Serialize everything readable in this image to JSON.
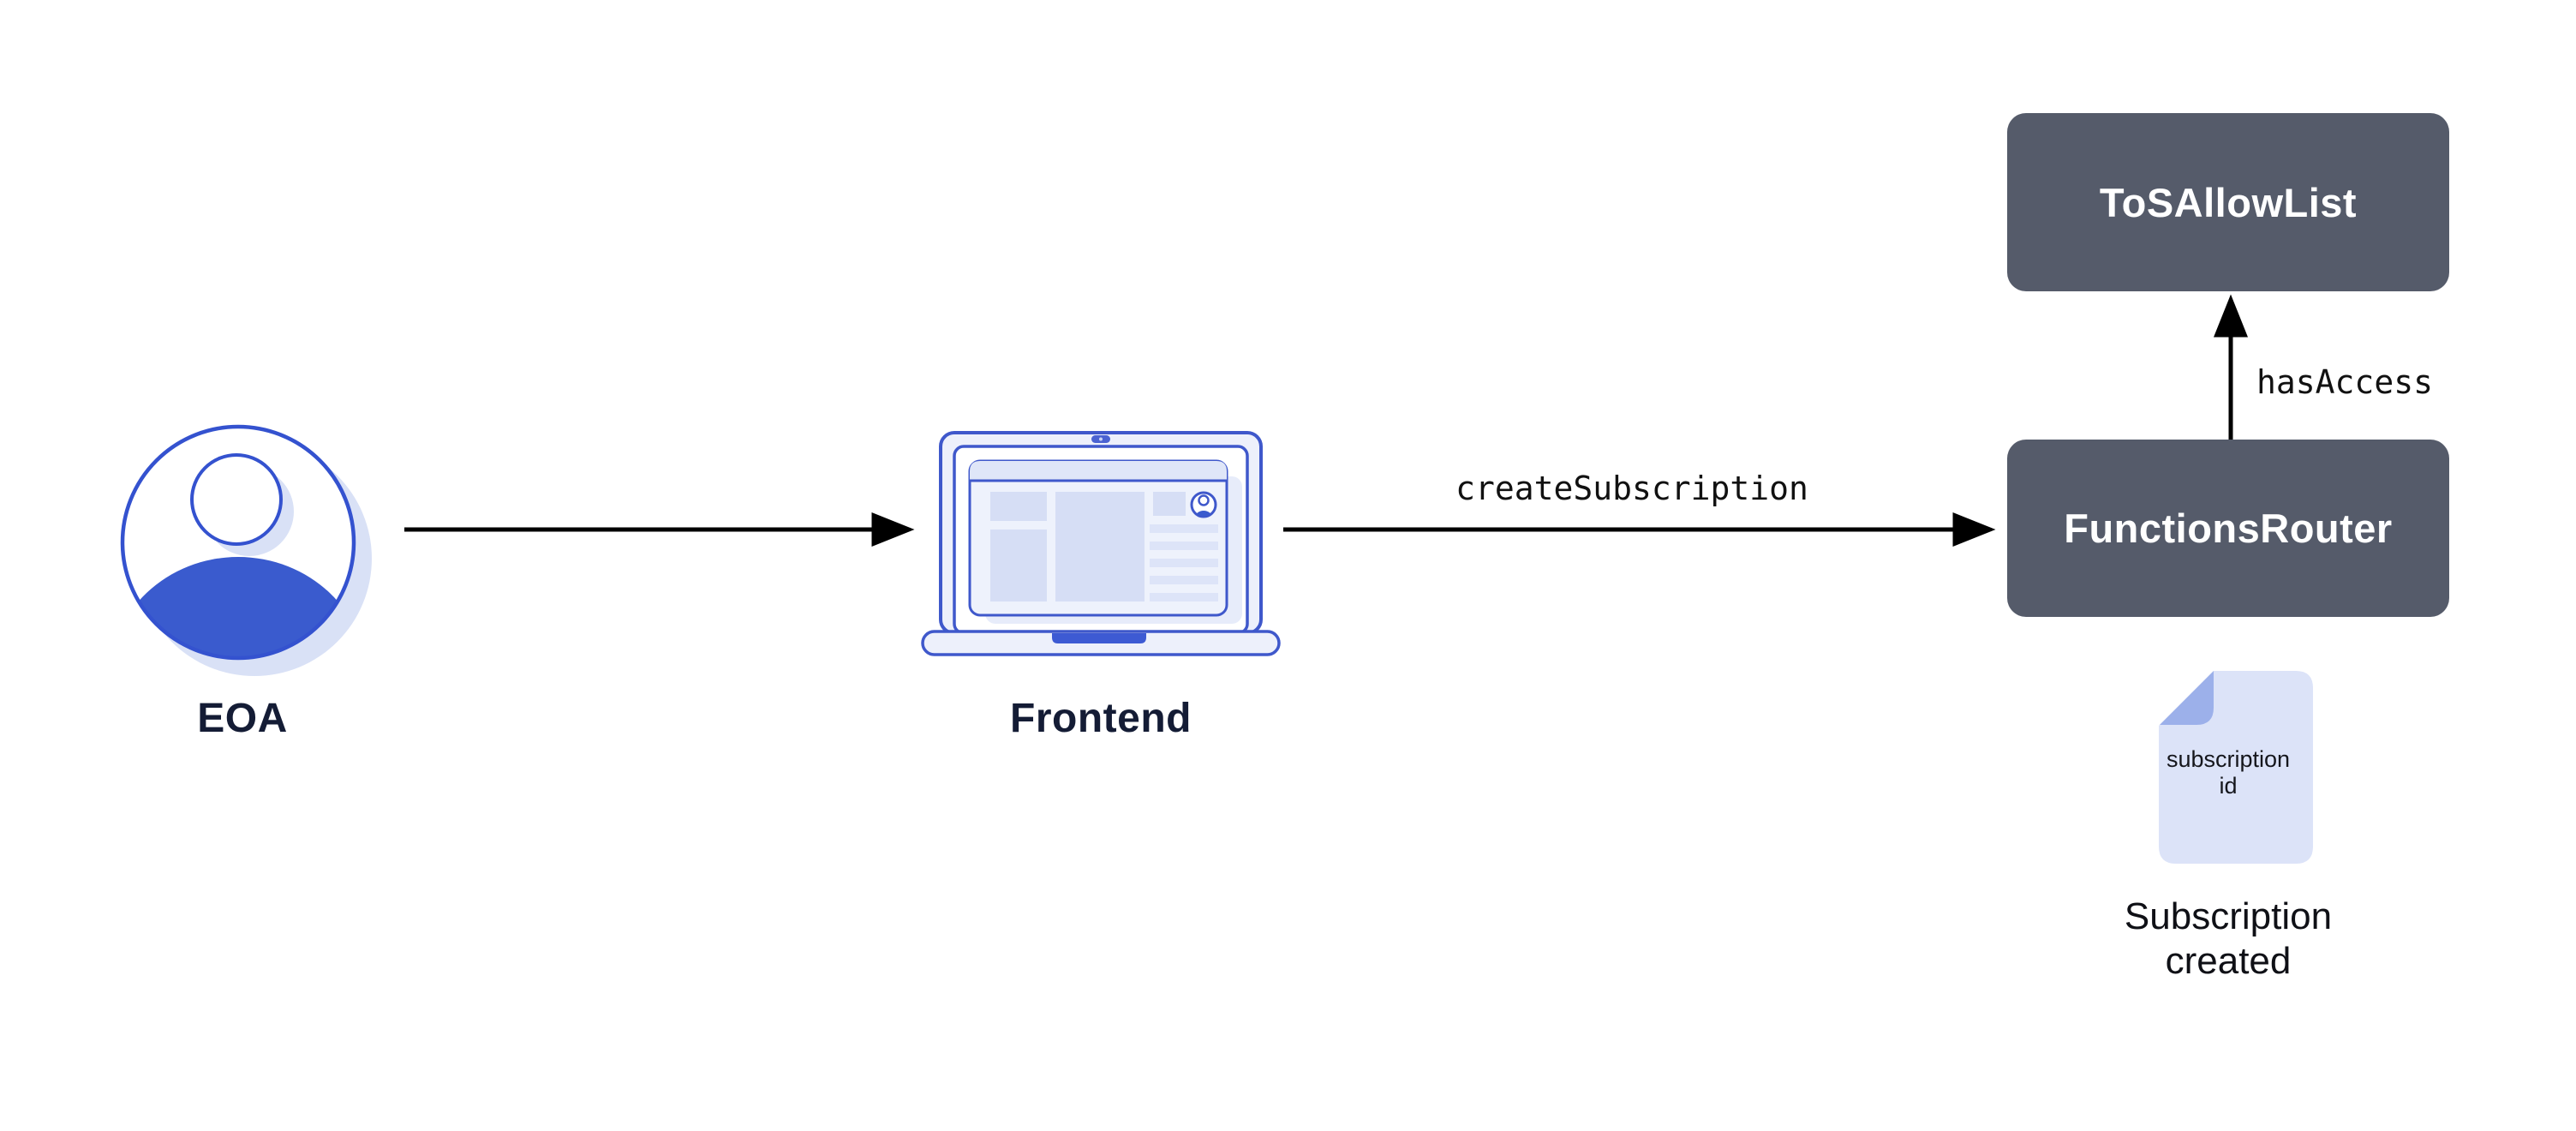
{
  "diagram": {
    "background": "#ffffff",
    "nodes": {
      "eoa": {
        "label": "EOA"
      },
      "frontend": {
        "label": "Frontend"
      },
      "tos_allow_list": {
        "label": "ToSAllowList"
      },
      "functions_router": {
        "label": "FunctionsRouter"
      },
      "subscription_doc": {
        "line1": "subscription",
        "line2": "id"
      }
    },
    "captions": {
      "subscription_created": {
        "line1": "Subscription",
        "line2": "created"
      }
    },
    "edges": [
      {
        "from": "EOA",
        "to": "Frontend",
        "label": ""
      },
      {
        "from": "Frontend",
        "to": "FunctionsRouter",
        "label": "createSubscription"
      },
      {
        "from": "FunctionsRouter",
        "to": "ToSAllowList",
        "label": "hasAccess"
      }
    ],
    "colors": {
      "box_fill": "#555b6a",
      "box_text": "#ffffff",
      "primary_blue": "#3a5bce",
      "outline_blue": "#3f58cb",
      "avatar_outline": "#3452cf",
      "pale_blue_shadow": "#d9e1f6",
      "screen_block": "#d6def5",
      "doc_fill": "#dce3f8",
      "doc_fold": "#9cb0ea",
      "label_navy": "#141c35",
      "arrow_black": "#000000"
    }
  }
}
